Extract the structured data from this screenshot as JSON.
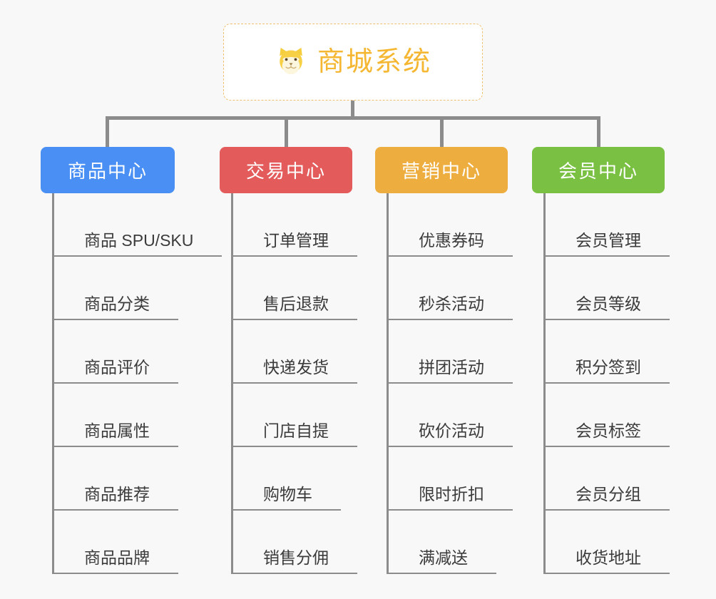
{
  "root": {
    "title": "商城系统",
    "icon": "shiba-dog-icon",
    "border_color": "#f0c070",
    "text_color": "#f5b731",
    "background": "#ffffff"
  },
  "canvas": {
    "background": "#f8f8f8",
    "connector_color": "#8c8c8c"
  },
  "columns": [
    {
      "id": "product-center",
      "label": "商品中心",
      "color": "#4a90f4",
      "items": [
        "商品 SPU/SKU",
        "商品分类",
        "商品评价",
        "商品属性",
        "商品推荐",
        "商品品牌"
      ]
    },
    {
      "id": "trade-center",
      "label": "交易中心",
      "color": "#e35b5b",
      "items": [
        "订单管理",
        "售后退款",
        "快递发货",
        "门店自提",
        "购物车",
        "销售分佣"
      ]
    },
    {
      "id": "marketing-center",
      "label": "营销中心",
      "color": "#eead3f",
      "items": [
        "优惠券码",
        "秒杀活动",
        "拼团活动",
        "砍价活动",
        "限时折扣",
        "满减送"
      ]
    },
    {
      "id": "member-center",
      "label": "会员中心",
      "color": "#7ac143",
      "items": [
        "会员管理",
        "会员等级",
        "积分签到",
        "会员标签",
        "会员分组",
        "收货地址"
      ]
    }
  ]
}
